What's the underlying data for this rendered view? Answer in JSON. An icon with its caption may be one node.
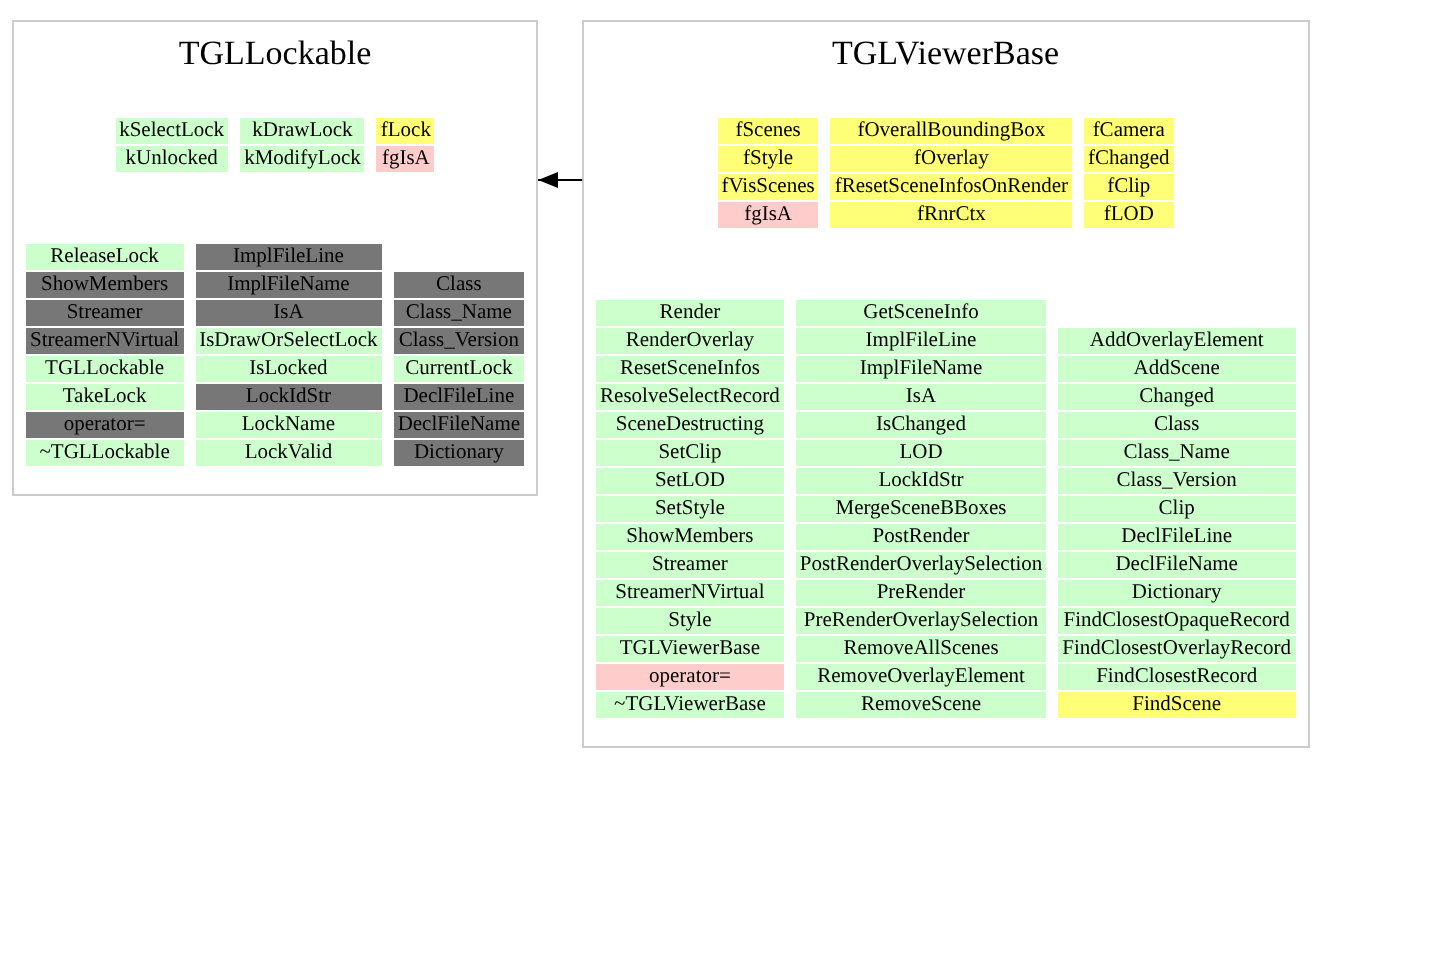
{
  "diagram": {
    "nodes": [
      {
        "text": [
          "TGLLockable"
        ]
      },
      {
        "text": [
          "kSelectLock"
        ],
        "in": 0
      },
      {
        "text": [
          "kUnlocked"
        ],
        "in": 0
      },
      {
        "text": [
          "kDrawLock"
        ],
        "in": 0
      },
      {
        "text": [
          "kModifyLock"
        ],
        "in": 0
      },
      {
        "text": [
          "fLock"
        ],
        "in": 0
      },
      {
        "text": [
          "fgIsA"
        ],
        "in": 0
      },
      {
        "text": [
          "ReleaseLock"
        ],
        "in": 0
      },
      {
        "text": [
          "ShowMembers"
        ],
        "in": 0
      },
      {
        "text": [
          "Streamer"
        ],
        "in": 0
      },
      {
        "text": [
          "StreamerNVirtual"
        ],
        "in": 0
      },
      {
        "text": [
          "TGLLockable"
        ],
        "in": 0
      },
      {
        "text": [
          "TakeLock"
        ],
        "in": 0
      },
      {
        "text": [
          "operator="
        ],
        "in": 0
      },
      {
        "text": [
          "~TGLLockable"
        ],
        "in": 0
      },
      {
        "text": [
          "ImplFileLine"
        ],
        "in": 0
      },
      {
        "text": [
          "ImplFileName"
        ],
        "in": 0
      },
      {
        "text": [
          "IsA"
        ],
        "in": 0
      },
      {
        "text": [
          "IsDrawOrSelectLock"
        ],
        "in": 0
      },
      {
        "text": [
          "IsLocked"
        ],
        "in": 0
      },
      {
        "text": [
          "LockIdStr"
        ],
        "in": 0
      },
      {
        "text": [
          "LockName"
        ],
        "in": 0
      },
      {
        "text": [
          "LockValid"
        ],
        "in": 0
      },
      {
        "text": [
          "Class"
        ],
        "in": 0
      },
      {
        "text": [
          "Class_Name"
        ],
        "in": 0
      },
      {
        "text": [
          "Class_Version"
        ],
        "in": 0
      },
      {
        "text": [
          "CurrentLock"
        ],
        "in": 0
      },
      {
        "text": [
          "DeclFileLine"
        ],
        "in": 0
      },
      {
        "text": [
          "DeclFileName"
        ],
        "in": 0
      },
      {
        "text": [
          "Dictionary"
        ],
        "in": 0
      },
      {
        "text": [
          "TGLViewerBase"
        ]
      },
      {
        "text": [
          "fScenes"
        ],
        "in": 30
      },
      {
        "text": [
          "fStyle"
        ],
        "in": 30
      },
      {
        "text": [
          "fVisScenes"
        ],
        "in": 30
      },
      {
        "text": [
          "fgIsA"
        ],
        "in": 30
      },
      {
        "text": [
          "fOverallBoundingBox"
        ],
        "in": 30
      },
      {
        "text": [
          "fOverlay"
        ],
        "in": 30
      },
      {
        "text": [
          "fResetSceneInfosOnRender"
        ],
        "in": 30
      },
      {
        "text": [
          "fRnrCtx"
        ],
        "in": 30
      },
      {
        "text": [
          "fCamera"
        ],
        "in": 30
      },
      {
        "text": [
          "fChanged"
        ],
        "in": 30
      },
      {
        "text": [
          "fClip"
        ],
        "in": 30
      },
      {
        "text": [
          "fLOD"
        ],
        "in": 30
      },
      {
        "text": [
          "Render"
        ],
        "in": 30
      },
      {
        "text": [
          "RenderOverlay"
        ],
        "in": 30
      },
      {
        "text": [
          "ResetSceneInfos"
        ],
        "in": 30
      },
      {
        "text": [
          "ResolveSelectRecord"
        ],
        "in": 30
      },
      {
        "text": [
          "SceneDestructing"
        ],
        "in": 30
      },
      {
        "text": [
          "SetClip"
        ],
        "in": 30
      },
      {
        "text": [
          "SetLOD"
        ],
        "in": 30
      },
      {
        "text": [
          "SetStyle"
        ],
        "in": 30
      },
      {
        "text": [
          "ShowMembers"
        ],
        "in": 30
      },
      {
        "text": [
          "Streamer"
        ],
        "in": 30
      },
      {
        "text": [
          "StreamerNVirtual"
        ],
        "in": 30
      },
      {
        "text": [
          "Style"
        ],
        "in": 30
      },
      {
        "text": [
          "TGLViewerBase"
        ],
        "in": 30
      },
      {
        "text": [
          "operator="
        ],
        "in": 30
      },
      {
        "text": [
          "~TGLViewerBase"
        ],
        "in": 30
      },
      {
        "text": [
          "GetSceneInfo"
        ],
        "in": 30
      },
      {
        "text": [
          "ImplFileLine"
        ],
        "in": 30
      },
      {
        "text": [
          "ImplFileName"
        ],
        "in": 30
      },
      {
        "text": [
          "IsA"
        ],
        "in": 30
      },
      {
        "text": [
          "IsChanged"
        ],
        "in": 30
      },
      {
        "text": [
          "LOD"
        ],
        "in": 30
      },
      {
        "text": [
          "LockIdStr"
        ],
        "in": 30
      },
      {
        "text": [
          "MergeSceneBBoxes"
        ],
        "in": 30
      },
      {
        "text": [
          "PostRender"
        ],
        "in": 30
      },
      {
        "text": [
          "PostRenderOverlaySelection"
        ],
        "in": 30
      },
      {
        "text": [
          "PreRender"
        ],
        "in": 30
      },
      {
        "text": [
          "PreRenderOverlaySelection"
        ],
        "in": 30
      },
      {
        "text": [
          "RemoveAllScenes"
        ],
        "in": 30
      },
      {
        "text": [
          "RemoveOverlayElement"
        ],
        "in": 30
      },
      {
        "text": [
          "RemoveScene"
        ],
        "in": 30
      },
      {
        "text": [
          "AddOverlayElement"
        ],
        "in": 30
      },
      {
        "text": [
          "AddScene"
        ],
        "in": 30
      },
      {
        "text": [
          "Changed"
        ],
        "in": 30
      },
      {
        "text": [
          "Class"
        ],
        "in": 30
      },
      {
        "text": [
          "Class_Name"
        ],
        "in": 30
      },
      {
        "text": [
          "Class_Version"
        ],
        "in": 30
      },
      {
        "text": [
          "Clip"
        ],
        "in": 30
      },
      {
        "text": [
          "DeclFileLine"
        ],
        "in": 30
      },
      {
        "text": [
          "DeclFileName"
        ],
        "in": 30
      },
      {
        "text": [
          "Dictionary"
        ],
        "in": 30
      },
      {
        "text": [
          "FindClosestOpaqueRecord"
        ],
        "in": 30
      },
      {
        "text": [
          "FindClosestOverlayRecord"
        ],
        "in": 30
      },
      {
        "text": [
          "FindClosestRecord"
        ],
        "in": 30
      },
      {
        "text": [
          "FindScene"
        ],
        "in": 30
      }
    ],
    "edges": [
      {
        "from": 30,
        "to": 0,
        "arrow": "to"
      }
    ]
  }
}
